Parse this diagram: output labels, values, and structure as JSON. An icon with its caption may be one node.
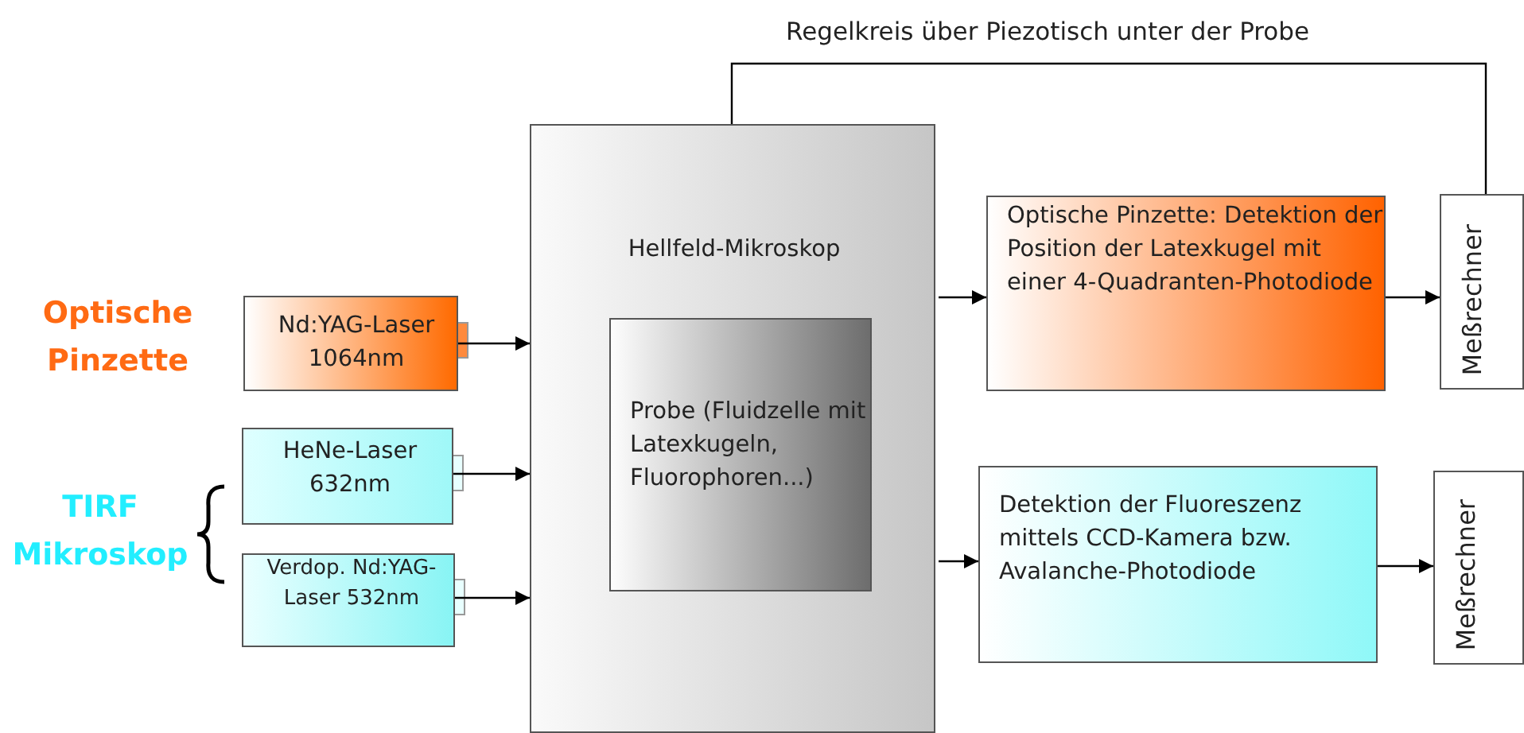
{
  "diagram": {
    "nodes": [
      {
        "text": [
          "Nd:YAG-Laser 1064nm"
        ]
      },
      {
        "text": [
          "HeNe-Laser 632nm"
        ]
      },
      {
        "text": [
          "Verdop. Nd:YAG-Laser 532nm"
        ]
      },
      {
        "text": [
          "Hellfeld-Mikroskop"
        ]
      },
      {
        "text": [
          "Probe (Fluidzelle mit Latexkugeln, Fluorophoren...)"
        ],
        "in": 3
      },
      {
        "text": [
          "Optische Pinzette: Detektion der Position der Latexkugel mit einer 4-Quadranten-Photodiode"
        ]
      },
      {
        "text": [
          "Meßrechner"
        ]
      },
      {
        "text": [
          "Detektion der Fluoreszenz mittels CCD-Kamera bzw. Avalanche-Photodiode"
        ]
      },
      {
        "text": [
          "Meßrechner"
        ]
      }
    ],
    "edges": [
      {
        "from": 0,
        "to": 3,
        "arrow": "to"
      },
      {
        "from": 1,
        "to": 3,
        "arrow": "to"
      },
      {
        "from": 2,
        "to": 3,
        "arrow": "to"
      },
      {
        "from": 3,
        "to": 5,
        "arrow": "to"
      },
      {
        "from": 5,
        "to": 6,
        "arrow": "to"
      },
      {
        "from": 3,
        "to": 7,
        "arrow": "to"
      },
      {
        "from": 7,
        "to": 8,
        "arrow": "to"
      },
      {
        "from": 6,
        "to": 3,
        "arrow": "none",
        "label": "Regelkreis über Piezotisch unter der Probe"
      }
    ],
    "labels": [
      "Optische Pinzette",
      "TIRF Mikroskop"
    ]
  }
}
